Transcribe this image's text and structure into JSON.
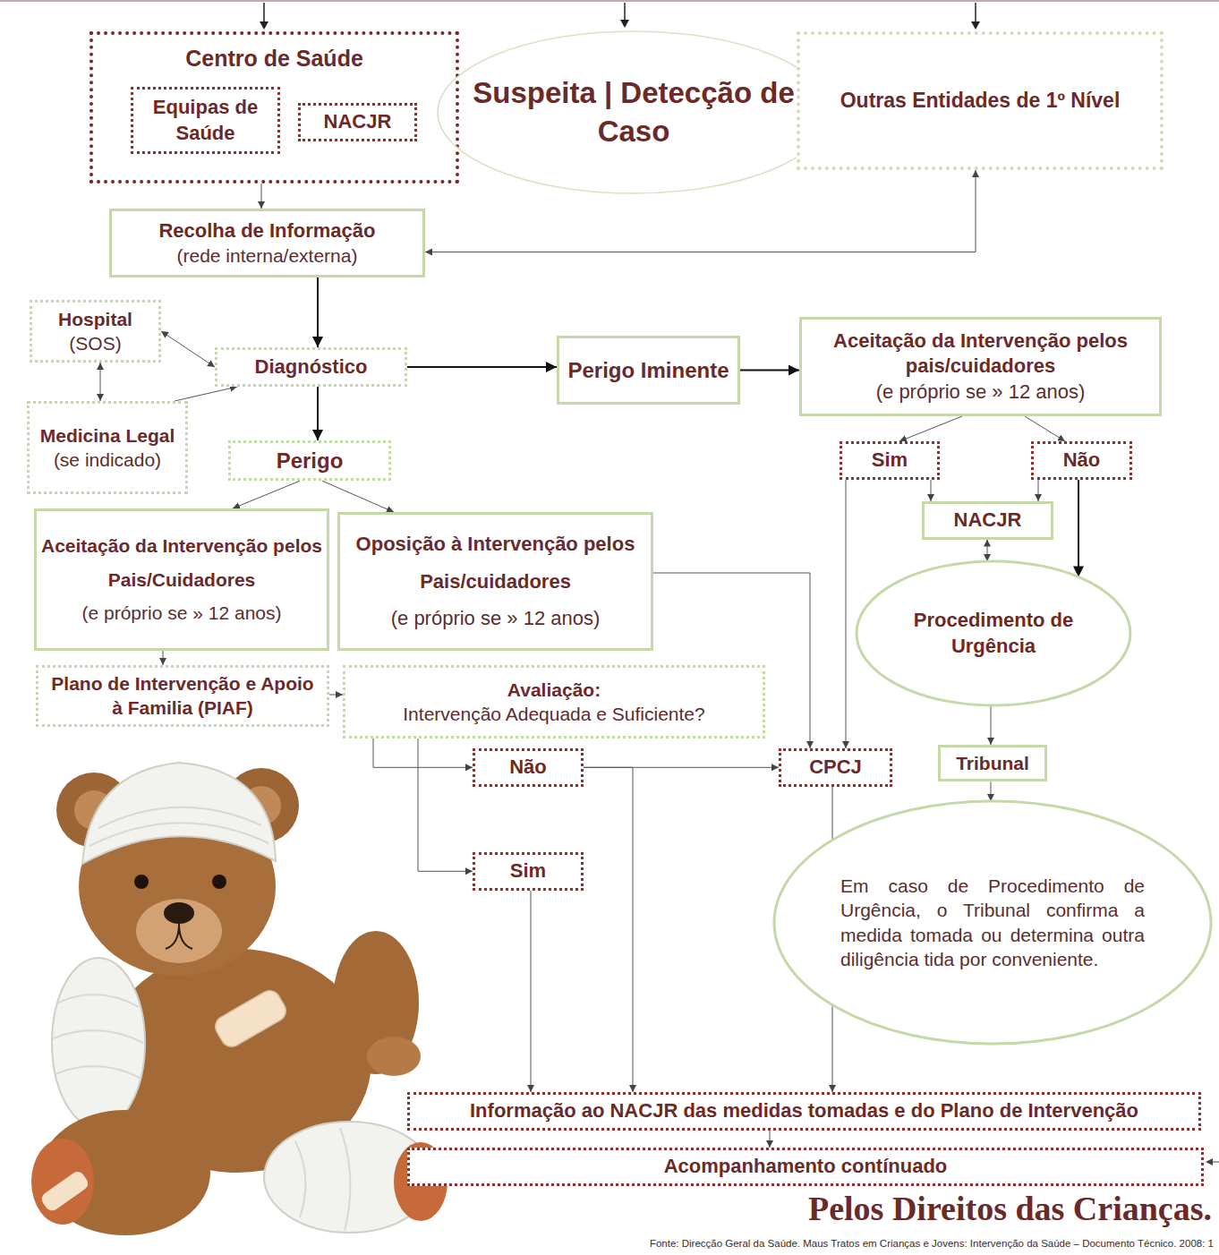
{
  "diagram": {
    "title": "Pelos Direitos das Crianças.",
    "caption": "Fonte: Direcção Geral da Saúde. Maus Tratos em Crianças e Jovens: Intervenção da Saúde – Documento Técnico. 2008: 1",
    "nodes": [
      {
        "text": [
          "Centro de Saúde"
        ]
      },
      {
        "text": [
          "Equipas de Saúde"
        ],
        "in": 0
      },
      {
        "text": [
          "NACJR"
        ],
        "in": 0
      },
      {
        "text": [
          "Suspeita | Detecção de Caso"
        ]
      },
      {
        "text": [
          "Outras Entidades de 1º Nível"
        ]
      },
      {
        "text": [
          "Recolha de Informação",
          "(rede interna/externa)"
        ]
      },
      {
        "text": [
          "Hospital",
          "(SOS)"
        ]
      },
      {
        "text": [
          "Diagnóstico"
        ]
      },
      {
        "text": [
          "Perigo Iminente"
        ]
      },
      {
        "text": [
          "Aceitação da Intervenção pelos pais/cuidadores",
          "(e próprio se » 12 anos)"
        ]
      },
      {
        "text": [
          "Medicina Legal",
          "(se indicado)"
        ]
      },
      {
        "text": [
          "Perigo"
        ]
      },
      {
        "text": [
          "Sim"
        ]
      },
      {
        "text": [
          "Não"
        ]
      },
      {
        "text": [
          "Aceitação da Intervenção pelos Pais/Cuidadores",
          "(e próprio se » 12 anos)"
        ]
      },
      {
        "text": [
          "Oposição à Intervenção pelos Pais/cuidadores",
          "(e próprio se » 12 anos)"
        ]
      },
      {
        "text": [
          "NACJR"
        ]
      },
      {
        "text": [
          "Procedimento de Urgência"
        ]
      },
      {
        "text": [
          "Plano de Intervenção e Apoio à Familia (PIAF)"
        ]
      },
      {
        "text": [
          "Avaliação:",
          "Intervenção Adequada e Suficiente?"
        ]
      },
      {
        "text": [
          "Não"
        ]
      },
      {
        "text": [
          "CPCJ"
        ]
      },
      {
        "text": [
          "Tribunal"
        ]
      },
      {
        "text": [
          "Sim"
        ]
      },
      {
        "text": [
          "Em caso de Procedimento de Urgência, o Tribunal confirma a medida tomada ou determina outra diligência tida por conveniente."
        ]
      },
      {
        "text": [
          "Informação ao NACJR das medidas tomadas e do Plano de Intervenção"
        ]
      },
      {
        "text": [
          "Acompanhamento contínuado"
        ]
      }
    ],
    "edges": [
      {
        "from": 0,
        "to": 5,
        "arrow": "to"
      },
      {
        "from": 4,
        "to": 5,
        "arrow": "both"
      },
      {
        "from": 5,
        "to": 7,
        "arrow": "to"
      },
      {
        "from": 6,
        "to": 7,
        "arrow": "both"
      },
      {
        "from": 6,
        "to": 10,
        "arrow": "both"
      },
      {
        "from": 10,
        "to": 7,
        "arrow": "to"
      },
      {
        "from": 7,
        "to": 8,
        "arrow": "to"
      },
      {
        "from": 7,
        "to": 11,
        "arrow": "to"
      },
      {
        "from": 8,
        "to": 9,
        "arrow": "to"
      },
      {
        "from": 9,
        "to": 12,
        "arrow": "to"
      },
      {
        "from": 9,
        "to": 13,
        "arrow": "to"
      },
      {
        "from": 12,
        "to": 16,
        "arrow": "to"
      },
      {
        "from": 13,
        "to": 16,
        "arrow": "to"
      },
      {
        "from": 13,
        "to": 17,
        "arrow": "to"
      },
      {
        "from": 16,
        "to": 17,
        "arrow": "both"
      },
      {
        "from": 12,
        "to": 21,
        "arrow": "to"
      },
      {
        "from": 11,
        "to": 14,
        "arrow": "to"
      },
      {
        "from": 11,
        "to": 15,
        "arrow": "to"
      },
      {
        "from": 14,
        "to": 18,
        "arrow": "to"
      },
      {
        "from": 18,
        "to": 19,
        "arrow": "to"
      },
      {
        "from": 15,
        "to": 21,
        "arrow": "to"
      },
      {
        "from": 19,
        "to": 20,
        "arrow": "to"
      },
      {
        "from": 19,
        "to": 23,
        "arrow": "to"
      },
      {
        "from": 20,
        "to": 21,
        "arrow": "to"
      },
      {
        "from": 20,
        "to": 25,
        "arrow": "to"
      },
      {
        "from": 23,
        "to": 25,
        "arrow": "to"
      },
      {
        "from": 21,
        "to": 25,
        "arrow": "to"
      },
      {
        "from": 17,
        "to": 22,
        "arrow": "to"
      },
      {
        "from": 22,
        "to": 24,
        "arrow": "to"
      },
      {
        "from": 25,
        "to": 26,
        "arrow": "to"
      }
    ]
  }
}
